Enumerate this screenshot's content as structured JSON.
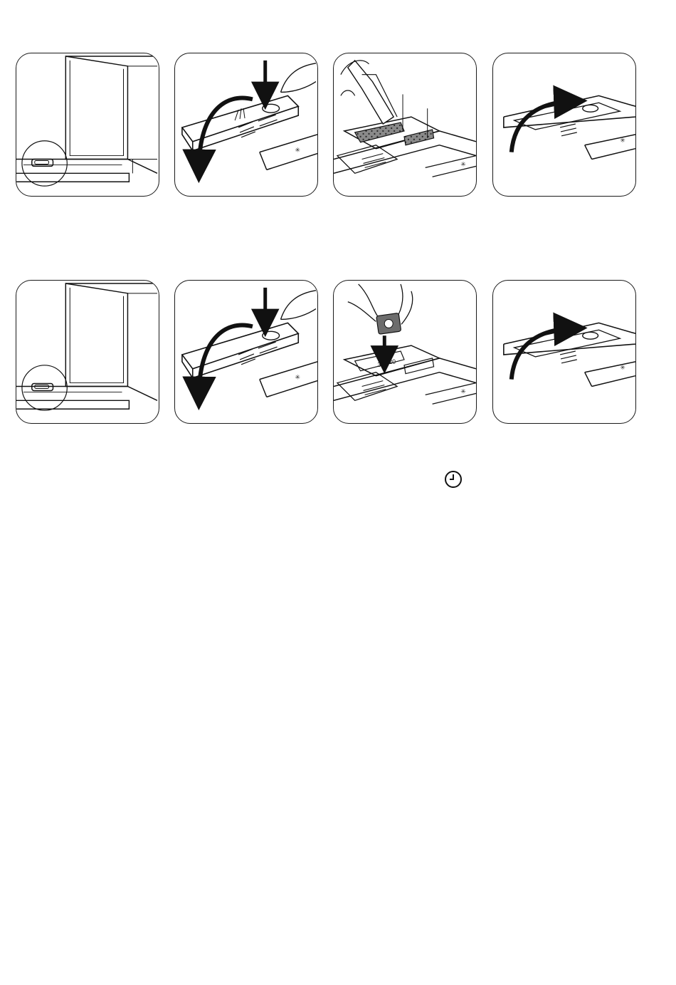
{
  "figure": {
    "rows": [
      {
        "name": "powder-detergent-row",
        "steps": [
          {
            "id": 1,
            "depicts": "dishwasher-open-dispenser-highlight"
          },
          {
            "id": 2,
            "depicts": "press-release-button-lid-opens"
          },
          {
            "id": 3,
            "depicts": "pour-powder-detergent"
          },
          {
            "id": 4,
            "depicts": "close-lid"
          }
        ]
      },
      {
        "name": "tablet-detergent-row",
        "steps": [
          {
            "id": 5,
            "depicts": "dishwasher-open-dispenser-highlight"
          },
          {
            "id": 6,
            "depicts": "press-release-button-lid-opens"
          },
          {
            "id": 7,
            "depicts": "insert-detergent-tablet",
            "compartment_labels": [
              "30",
              "20"
            ]
          },
          {
            "id": 8,
            "depicts": "close-lid"
          }
        ]
      }
    ]
  },
  "icons": {
    "timer": "clock-icon"
  }
}
